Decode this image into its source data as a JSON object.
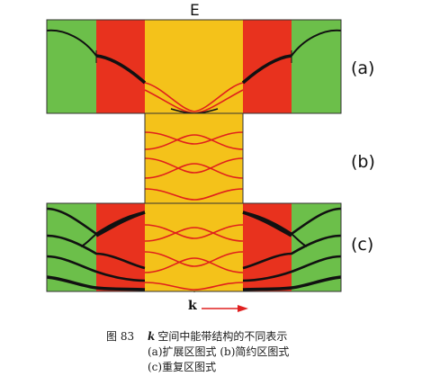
{
  "axis": {
    "energy_label": "E",
    "k_label": "k"
  },
  "panels": [
    {
      "id": "a",
      "label": "(a)"
    },
    {
      "id": "b",
      "label": "(b)"
    },
    {
      "id": "c",
      "label": "(c)"
    }
  ],
  "caption": {
    "figure_number": "图 83",
    "k_symbol": "k",
    "title": "空间中能带结构的不同表示",
    "line2": "(a)扩展区图式 (b)简约区图式",
    "line3": "(c)重复区图式"
  },
  "colors": {
    "zone1_yellow": "#f4c21a",
    "zone2_red": "#e8321e",
    "zone3_green": "#6cbf4a",
    "reduced_band_red": "#e0201c",
    "extended_band_black": "#111111",
    "arrow_red": "#e02020"
  }
}
